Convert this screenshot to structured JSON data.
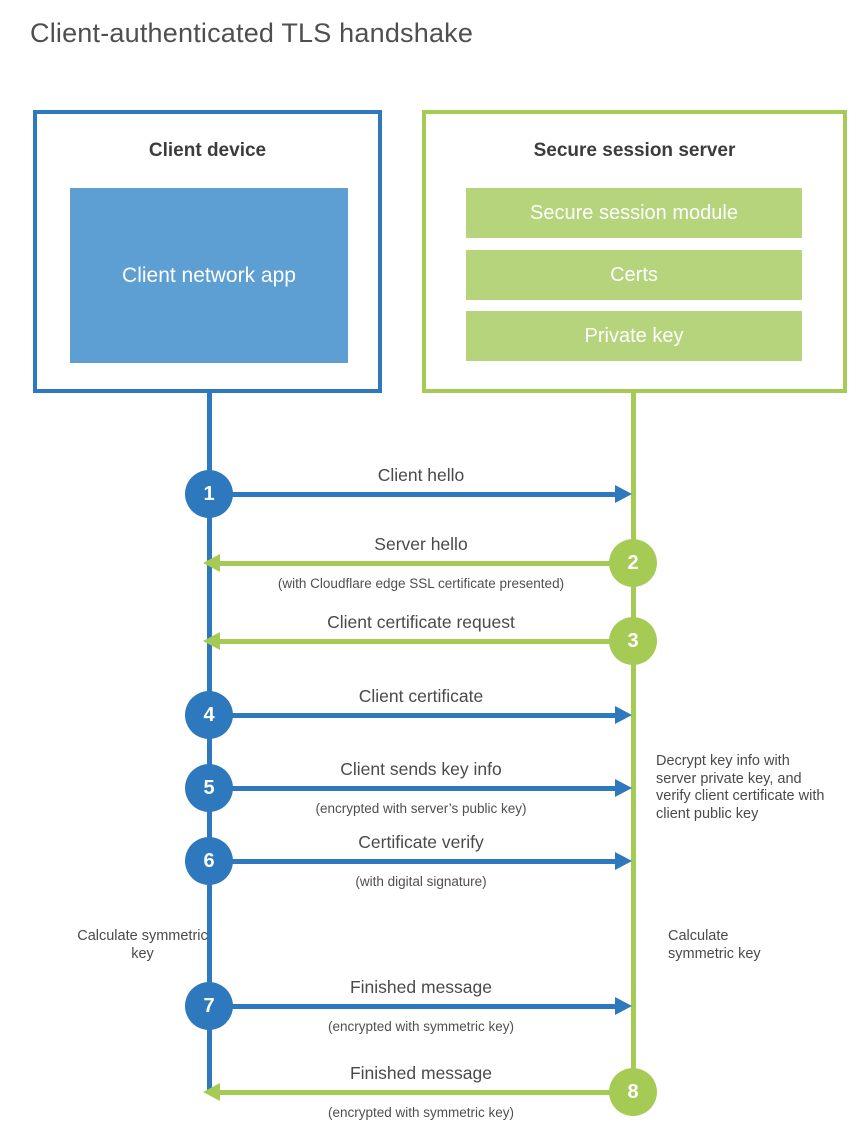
{
  "title": "Client-authenticated TLS handshake",
  "client_box": {
    "title": "Client device",
    "app_label": "Client network app"
  },
  "server_box": {
    "title": "Secure session server",
    "modules": [
      "Secure session module",
      "Certs",
      "Private key"
    ]
  },
  "steps": [
    {
      "num": "1",
      "label": "Client hello",
      "sublabel": "",
      "from": "client",
      "to": "server"
    },
    {
      "num": "2",
      "label": "Server hello",
      "sublabel": "(with Cloudflare edge SSL certificate presented)",
      "from": "server",
      "to": "client"
    },
    {
      "num": "3",
      "label": "Client certificate request",
      "sublabel": "",
      "from": "server",
      "to": "client"
    },
    {
      "num": "4",
      "label": "Client certificate",
      "sublabel": "",
      "from": "client",
      "to": "server"
    },
    {
      "num": "5",
      "label": "Client sends key info",
      "sublabel": "(encrypted with server’s public key)",
      "from": "client",
      "to": "server"
    },
    {
      "num": "6",
      "label": "Certificate verify",
      "sublabel": "(with digital signature)",
      "from": "client",
      "to": "server"
    },
    {
      "num": "7",
      "label": "Finished message",
      "sublabel": "(encrypted with symmetric key)",
      "from": "client",
      "to": "server"
    },
    {
      "num": "8",
      "label": "Finished message",
      "sublabel": "(encrypted with symmetric key)",
      "from": "server",
      "to": "client"
    }
  ],
  "annotations": {
    "decrypt_note": "Decrypt key info with server private key, and verify client certificate with client public key",
    "calculate_left": "Calculate symmetric key",
    "calculate_right": "Calculate symmetric key"
  },
  "colors": {
    "client_blue": "#2e78bd",
    "client_blue_light": "#5d9ed3",
    "server_green": "#a6cb55",
    "server_green_light": "#b5d47c",
    "heading_text": "#3c3c3c",
    "label_text": "#4a4a4a"
  }
}
